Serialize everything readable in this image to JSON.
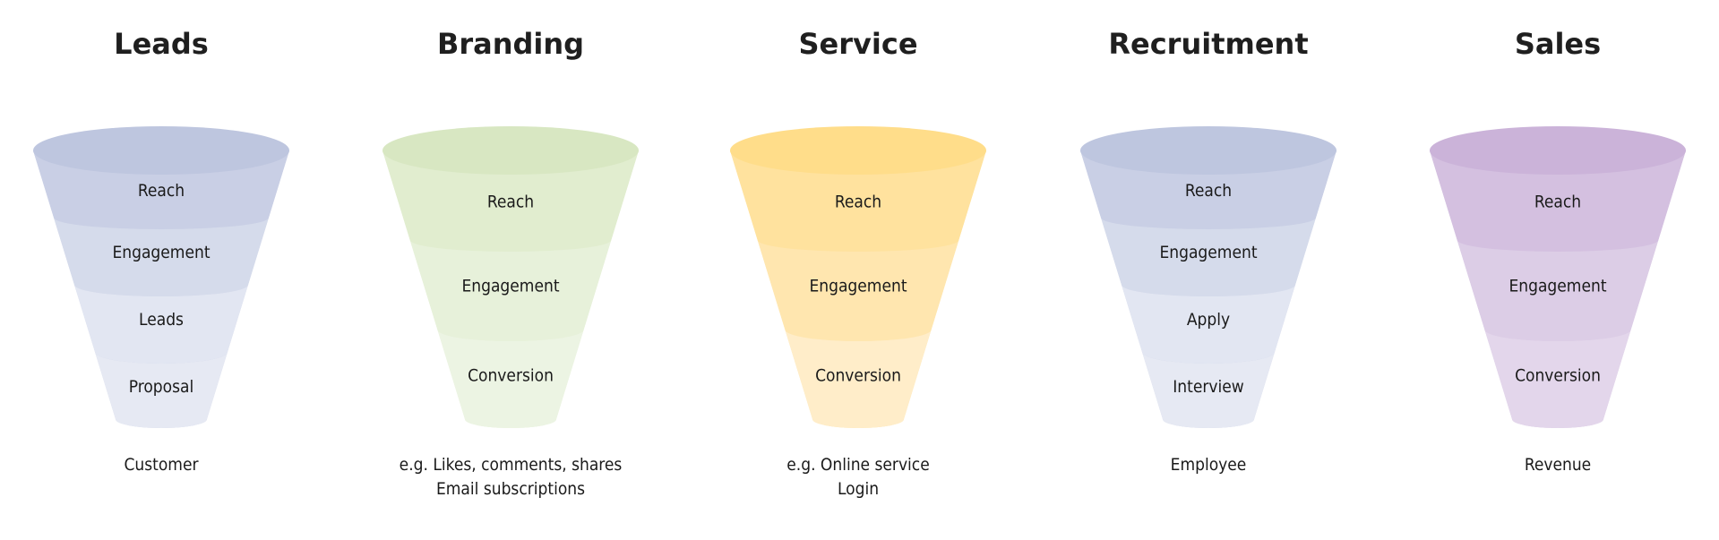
{
  "funnels": [
    {
      "title": "Leads",
      "colors": [
        "#bec6df",
        "#c9cfe5",
        "#d5dbeb",
        "#e2e6f2",
        "#e6e9f3"
      ],
      "stages": [
        "Reach",
        "Engagement",
        "Leads",
        "Proposal"
      ],
      "outcome": [
        "Customer"
      ]
    },
    {
      "title": "Branding",
      "colors": [
        "#d8e7c2",
        "#e1edcf",
        "#e7f1da",
        "#ecf4e3"
      ],
      "stages": [
        "Reach",
        "Engagement",
        "Conversion"
      ],
      "outcome": [
        "e.g. Likes, comments, shares",
        "Email subscriptions"
      ]
    },
    {
      "title": "Service",
      "colors": [
        "#ffdd8a",
        "#ffe29e",
        "#ffe6af",
        "#ffedc9"
      ],
      "stages": [
        "Reach",
        "Engagement",
        "Conversion"
      ],
      "outcome": [
        "e.g. Online service",
        "Login"
      ]
    },
    {
      "title": "Recruitment",
      "colors": [
        "#bec6df",
        "#c9cfe5",
        "#d5dbeb",
        "#e2e6f2",
        "#e6e9f3"
      ],
      "stages": [
        "Reach",
        "Engagement",
        "Apply",
        "Interview"
      ],
      "outcome": [
        "Employee"
      ]
    },
    {
      "title": "Sales",
      "colors": [
        "#cbb3d9",
        "#d4c0e0",
        "#dccde6",
        "#e3d6eb"
      ],
      "stages": [
        "Reach",
        "Engagement",
        "Conversion"
      ],
      "outcome": [
        "Revenue"
      ]
    }
  ]
}
